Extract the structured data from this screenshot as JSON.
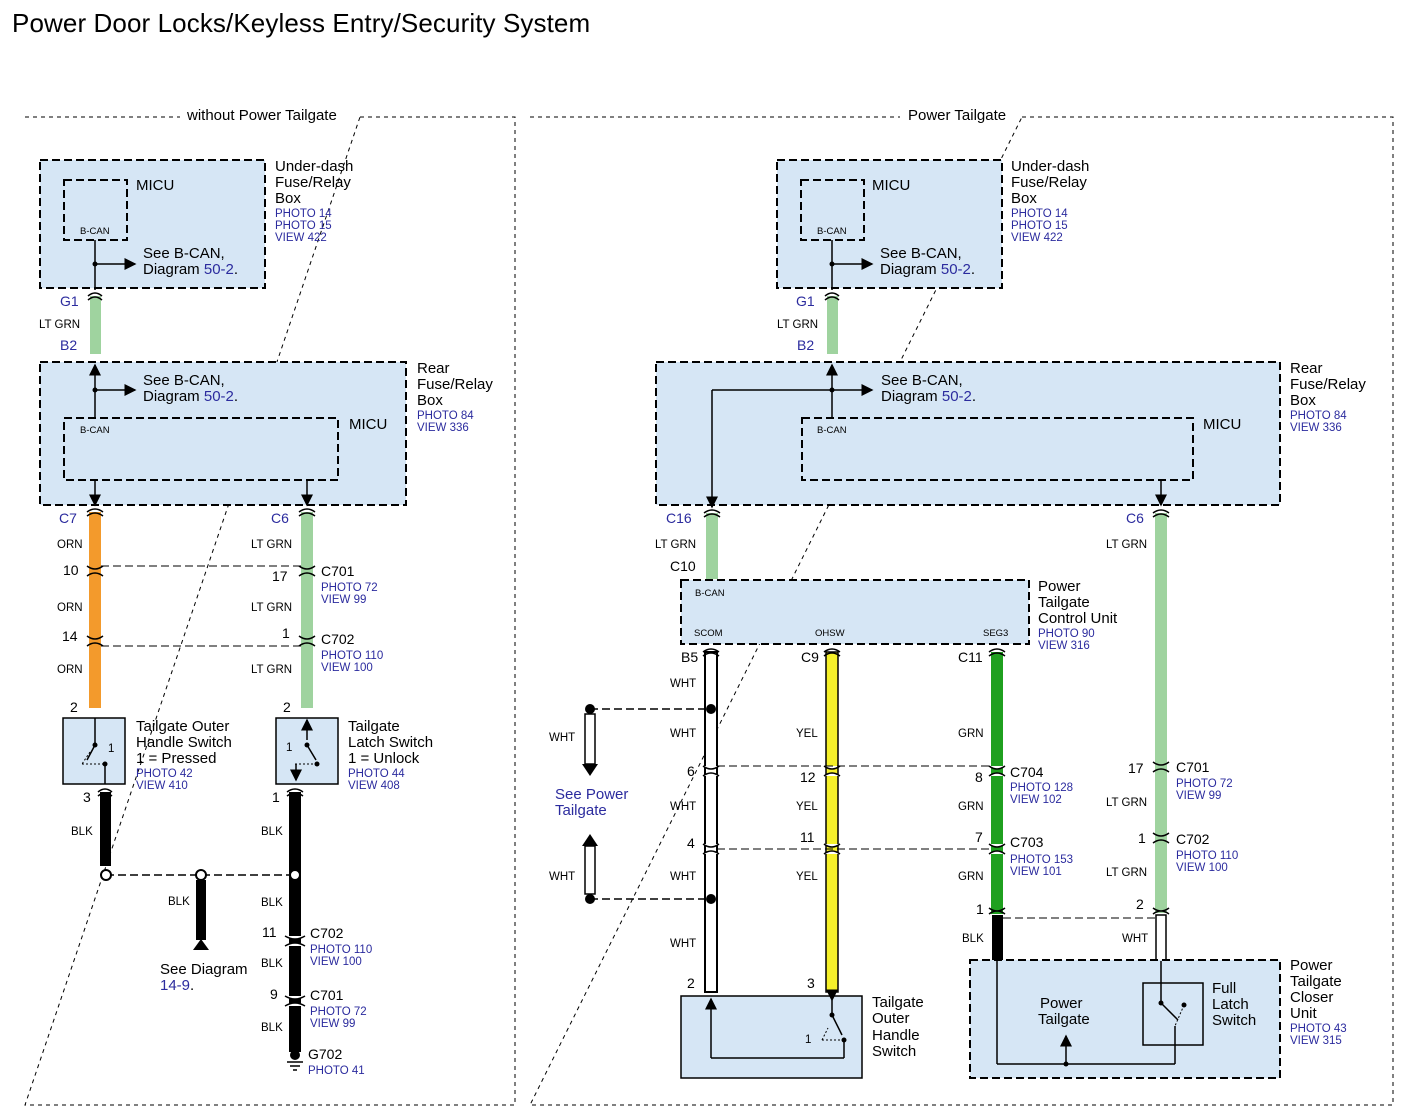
{
  "title": "Power Door Locks/Keyless Entry/Security System",
  "colors": {
    "box_fill": "#d6e6f5",
    "ref_blue": "#2b2b9e",
    "wire_lt_grn": "#9fd39f",
    "wire_orn": "#f39a2c",
    "wire_yel": "#f5f02a",
    "wire_grn": "#1fa01f",
    "wire_blk": "#000000",
    "wire_wht": "#ffffff"
  },
  "left_section": {
    "label": "without Power Tailgate",
    "underdash_box": {
      "name": [
        "Under-dash",
        "Fuse/Relay",
        "Box"
      ],
      "refs": [
        "PHOTO 14",
        "PHOTO 15",
        "VIEW 422"
      ],
      "micu": "MICU",
      "bcan": "B-CAN",
      "see": "See B-CAN,",
      "diagram": "Diagram",
      "diagram_num": "50-2",
      "period": "."
    },
    "g1": "G1",
    "g1_wire": "LT GRN",
    "b2": "B2",
    "rear_box": {
      "name": [
        "Rear",
        "Fuse/Relay",
        "Box"
      ],
      "refs": [
        "PHOTO 84",
        "VIEW 336"
      ],
      "micu": "MICU",
      "bcan": "B-CAN",
      "see": "See B-CAN,",
      "diagram": "Diagram",
      "diagram_num": "50-2",
      "period": "."
    },
    "c7": "C7",
    "c6": "C6",
    "orn": "ORN",
    "lt_grn": "LT GRN",
    "pin_10": "10",
    "pin_17": "17",
    "pin_14": "14",
    "pin_1": "1",
    "pin_2a": "2",
    "pin_2b": "2",
    "c701": {
      "id": "C701",
      "refs": [
        "PHOTO 72",
        "VIEW 99"
      ]
    },
    "c702": {
      "id": "C702",
      "refs": [
        "PHOTO 110",
        "VIEW 100"
      ]
    },
    "outer_switch": {
      "name": [
        "Tailgate Outer",
        "Handle Switch",
        "1 = Pressed"
      ],
      "refs": [
        "PHOTO 42",
        "VIEW 410"
      ],
      "pin": "1"
    },
    "latch_switch": {
      "name": [
        "Tailgate",
        "Latch Switch",
        "1 = Unlock"
      ],
      "refs": [
        "PHOTO 44",
        "VIEW 408"
      ],
      "pin": "1"
    },
    "pin_3": "3",
    "pin_1b": "1",
    "blk": "BLK",
    "see_diagram": "See Diagram",
    "see_diagram_num": "14-9",
    "pin_11": "11",
    "pin_9": "9",
    "c702b": {
      "id": "C702",
      "refs": [
        "PHOTO 110",
        "VIEW 100"
      ]
    },
    "c701b": {
      "id": "C701",
      "refs": [
        "PHOTO 72",
        "VIEW 99"
      ]
    },
    "g702": {
      "id": "G702",
      "refs": [
        "PHOTO 41"
      ]
    }
  },
  "right_section": {
    "label": "Power Tailgate",
    "underdash_box": {
      "name": [
        "Under-dash",
        "Fuse/Relay",
        "Box"
      ],
      "refs": [
        "PHOTO 14",
        "PHOTO 15",
        "VIEW 422"
      ],
      "micu": "MICU",
      "bcan": "B-CAN",
      "see": "See B-CAN,",
      "diagram": "Diagram",
      "diagram_num": "50-2",
      "period": "."
    },
    "g1": "G1",
    "g1_wire": "LT GRN",
    "b2": "B2",
    "rear_box": {
      "name": [
        "Rear",
        "Fuse/Relay",
        "Box"
      ],
      "refs": [
        "PHOTO 84",
        "VIEW 336"
      ],
      "micu": "MICU",
      "bcan": "B-CAN",
      "see": "See B-CAN,",
      "diagram": "Diagram",
      "diagram_num": "50-2",
      "period": "."
    },
    "c16": "C16",
    "c6": "C6",
    "lt_grn": "LT GRN",
    "c10": "C10",
    "ptcu": {
      "name": [
        "Power",
        "Tailgate",
        "Control Unit"
      ],
      "refs": [
        "PHOTO 90",
        "VIEW 316"
      ],
      "bcan": "B-CAN",
      "scom": "SCOM",
      "ohsw": "OHSW",
      "seg3": "SEG3"
    },
    "b5": "B5",
    "c9": "C9",
    "c11": "C11",
    "wht": "WHT",
    "yel": "YEL",
    "grn": "GRN",
    "blk": "BLK",
    "see_power_tailgate": [
      "See Power",
      "Tailgate"
    ],
    "pin_6": "6",
    "pin_12": "12",
    "pin_8": "8",
    "pin_4": "4",
    "pin_11": "11",
    "pin_7": "7",
    "pin_17": "17",
    "pin_1": "1",
    "pin_1b": "1",
    "pin_2": "2",
    "pin_2b": "2",
    "pin_3": "3",
    "c704": {
      "id": "C704",
      "refs": [
        "PHOTO 128",
        "VIEW 102"
      ]
    },
    "c703": {
      "id": "C703",
      "refs": [
        "PHOTO 153",
        "VIEW 101"
      ]
    },
    "c701": {
      "id": "C701",
      "refs": [
        "PHOTO 72",
        "VIEW 99"
      ]
    },
    "c702": {
      "id": "C702",
      "refs": [
        "PHOTO 110",
        "VIEW 100"
      ]
    },
    "outer_switch": {
      "name": [
        "Tailgate",
        "Outer",
        "Handle",
        "Switch"
      ],
      "pin": "1"
    },
    "closer": {
      "name": [
        "Power",
        "Tailgate",
        "Closer",
        "Unit"
      ],
      "refs": [
        "PHOTO 43",
        "VIEW 315"
      ],
      "power_tailgate": [
        "Power",
        "Tailgate"
      ],
      "full_latch": [
        "Full",
        "Latch",
        "Switch"
      ]
    }
  }
}
